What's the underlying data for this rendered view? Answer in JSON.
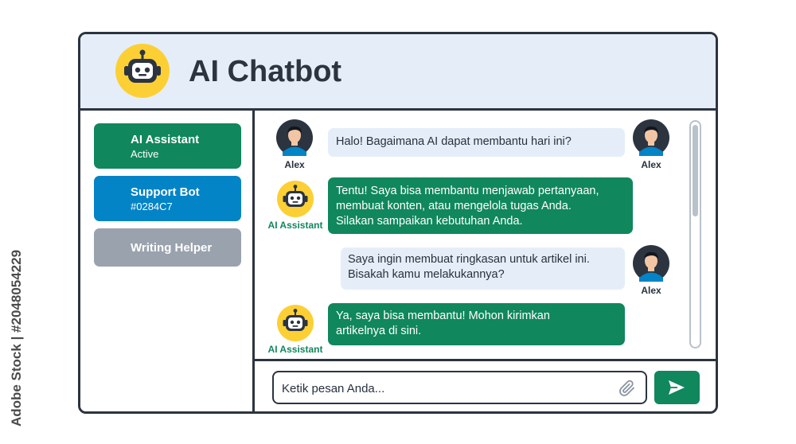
{
  "app": {
    "title": "AI Chatbot"
  },
  "colors": {
    "primary_green": "#10875d",
    "support_blue": "#0284c7",
    "inactive_gray": "#9aa2ae",
    "header_bg": "#e5eef8",
    "bot_avatar_yellow": "#fcd034",
    "frame_dark": "#2c3440"
  },
  "sidebar": {
    "items": [
      {
        "label": "AI Assistant",
        "sublabel": "Active",
        "color": "#10875d"
      },
      {
        "label": "Support Bot",
        "sublabel": "#0284C7",
        "color": "#0284c7"
      },
      {
        "label": "Writing Helper",
        "sublabel": "",
        "color": "#9aa2ae"
      }
    ]
  },
  "messages": [
    {
      "sender": "Alex",
      "role": "user",
      "text": "Halo! Bagaimana AI dapat membantu hari ini?",
      "icon": "user-avatar-icon"
    },
    {
      "sender": "AI Assistant",
      "role": "bot",
      "text": "Tentu! Saya bisa membantu menjawab pertanyaan,\nmembuat konten, atau mengelola tugas Anda.\nSilakan sampaikan kebutuhan Anda.",
      "icon": "robot-icon"
    },
    {
      "sender": "Alex",
      "role": "user",
      "text": "Saya ingin membuat ringkasan untuk artikel ini.\nBisakah kamu melakukannya?",
      "icon": "user-avatar-icon"
    },
    {
      "sender": "AI Assistant",
      "role": "bot",
      "text": "Ya, saya bisa membantu! Mohon kirimkan\nartikelnya di sini.",
      "icon": "robot-icon"
    }
  ],
  "input": {
    "placeholder": "Ketik pesan Anda..."
  },
  "icons": {
    "attach": "paperclip-icon",
    "send": "send-icon",
    "logo": "robot-icon"
  },
  "watermark": {
    "text": "Adobe Stock | #2048054229"
  }
}
